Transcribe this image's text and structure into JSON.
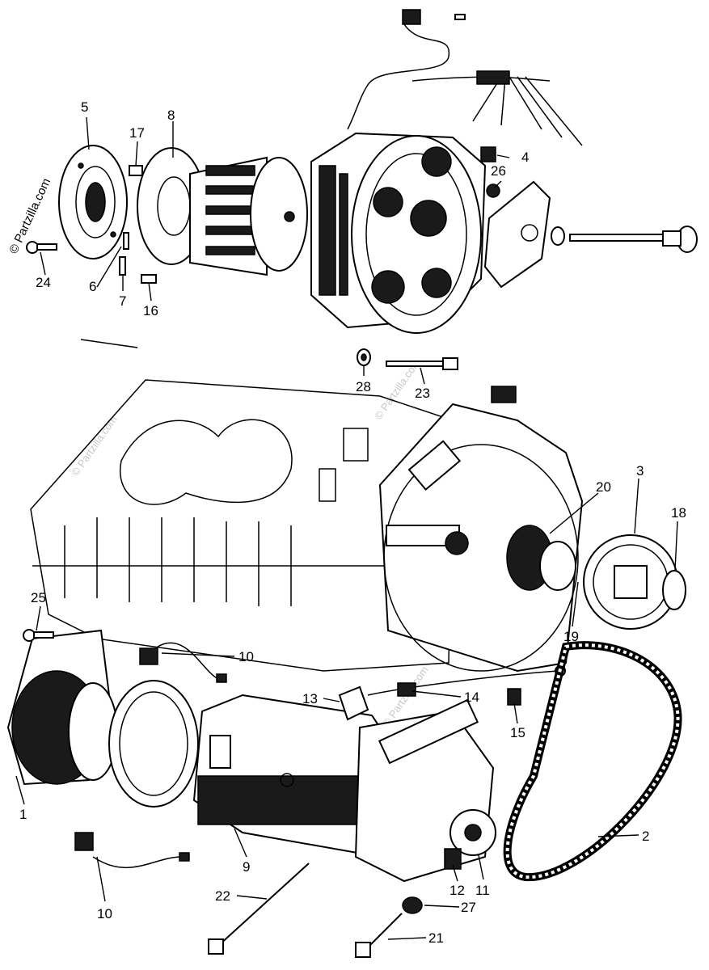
{
  "watermark": {
    "copyright": "© Partzilla.com",
    "faint": "© Partzilla.com"
  },
  "callouts": {
    "c1": "1",
    "c2": "2",
    "c3": "3",
    "c4": "4",
    "c5": "5",
    "c6": "6",
    "c7": "7",
    "c8": "8",
    "c9": "9",
    "c10a": "10",
    "c10b": "10",
    "c11": "11",
    "c12": "12",
    "c13": "13",
    "c14": "14",
    "c15": "15",
    "c16": "16",
    "c17": "17",
    "c18": "18",
    "c19": "19",
    "c20": "20",
    "c21": "21",
    "c22": "22",
    "c23": "23",
    "c24": "24",
    "c25": "25",
    "c26": "26",
    "c27": "27",
    "c28": "28"
  }
}
